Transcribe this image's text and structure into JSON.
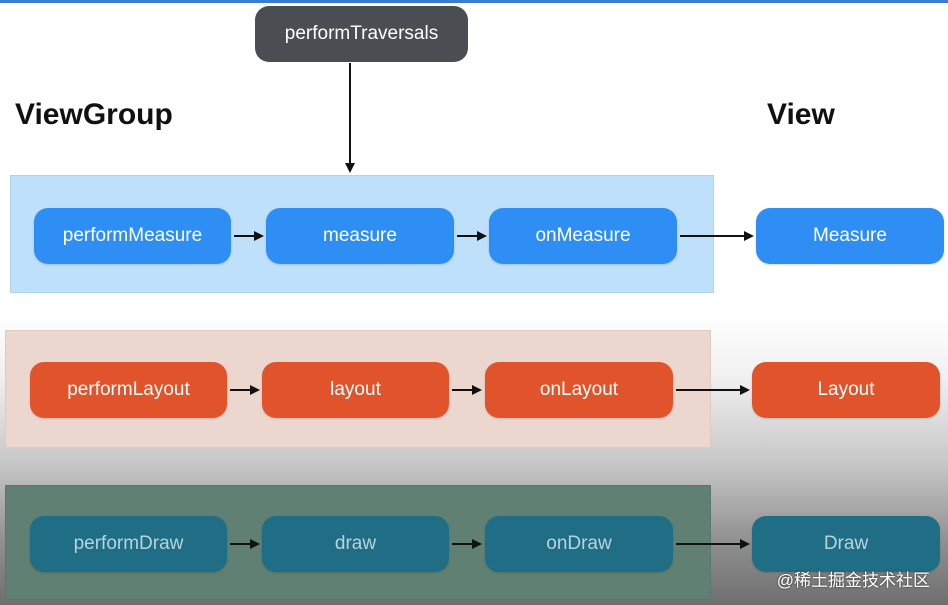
{
  "top": {
    "label": "performTraversals"
  },
  "headings": {
    "left": "ViewGroup",
    "right": "View"
  },
  "colors": {
    "measure_band": "#bfe0fb",
    "layout_band": "#ecd7cf",
    "draw_band": "#5f8073",
    "measure_node": "#2f8ef4",
    "layout_node": "#e0532b",
    "draw_node": "#1f6e86",
    "traversal_node": "#4a4e53"
  },
  "rows": [
    {
      "id": "measure",
      "nodes": [
        "performMeasure",
        "measure",
        "onMeasure"
      ],
      "view": "Measure"
    },
    {
      "id": "layout",
      "nodes": [
        "performLayout",
        "layout",
        "onLayout"
      ],
      "view": "Layout"
    },
    {
      "id": "draw",
      "nodes": [
        "performDraw",
        "draw",
        "onDraw"
      ],
      "view": "Draw"
    }
  ],
  "watermark": "@稀土掘金技术社区"
}
